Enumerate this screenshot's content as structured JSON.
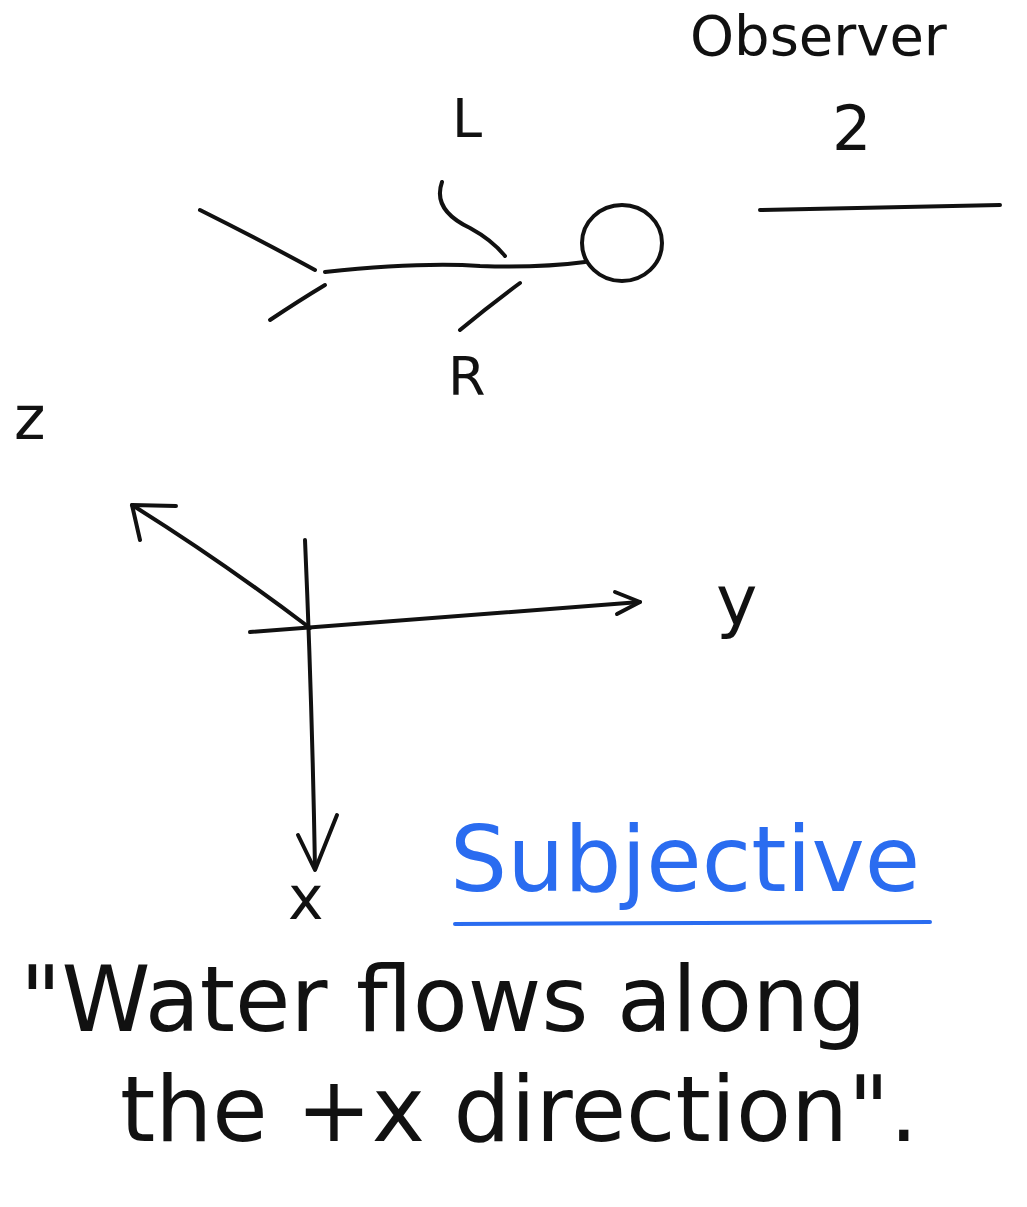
{
  "diagram": {
    "labels": [
      "Observer",
      "2",
      "L",
      "R",
      "z",
      "y",
      "x",
      "Subjective",
      "\"Water flows along the +x direction\"."
    ]
  }
}
